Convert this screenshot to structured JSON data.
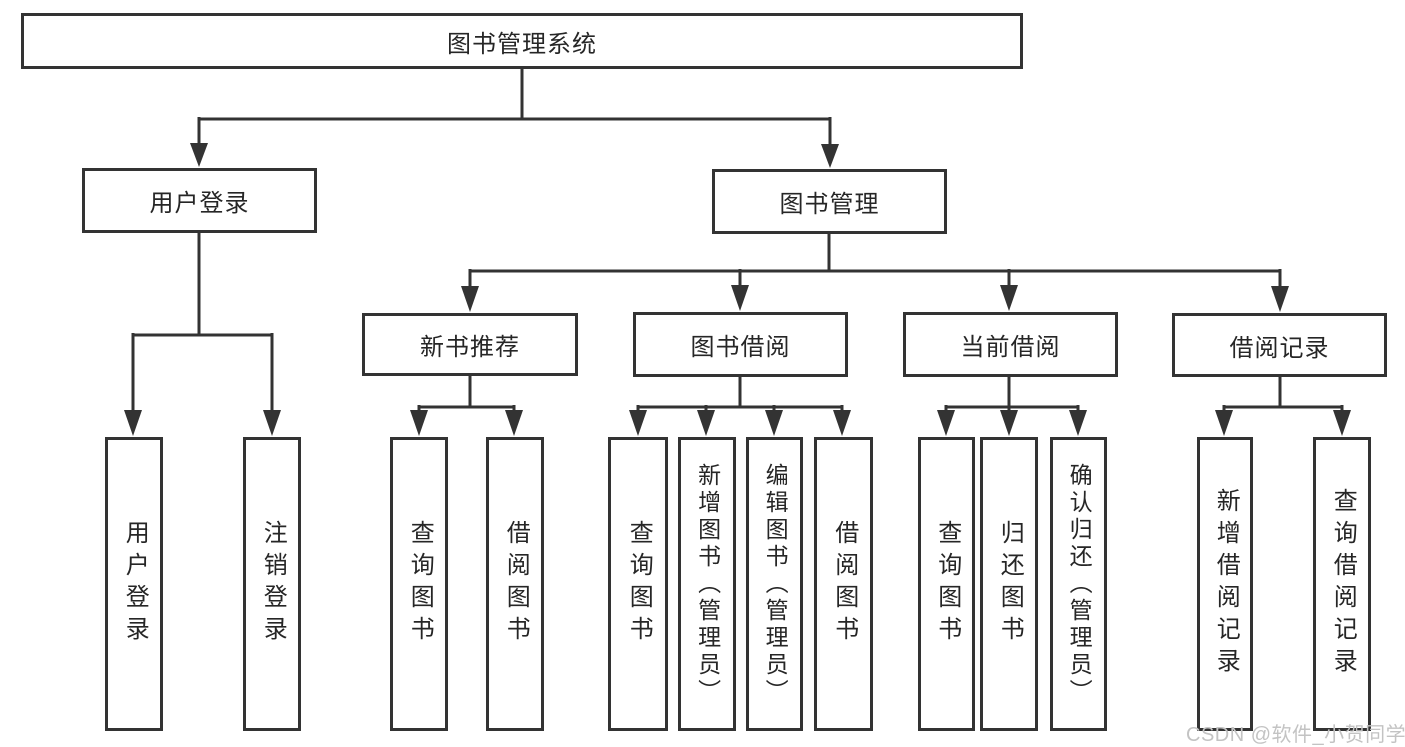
{
  "diagram": {
    "title_node": {
      "label": "图书管理系统"
    },
    "level2": [
      {
        "label": "用户登录"
      },
      {
        "label": "图书管理"
      }
    ],
    "level3": [
      {
        "label": "新书推荐"
      },
      {
        "label": "图书借阅"
      },
      {
        "label": "当前借阅"
      },
      {
        "label": "借阅记录"
      }
    ],
    "leaves": [
      {
        "label": "用户登录"
      },
      {
        "label": "注销登录"
      },
      {
        "label": "查询图书"
      },
      {
        "label": "借阅图书"
      },
      {
        "label": "查询图书"
      },
      {
        "label": "新增图书（管理员）"
      },
      {
        "label": "编辑图书（管理员）"
      },
      {
        "label": "借阅图书"
      },
      {
        "label": "查询图书"
      },
      {
        "label": "归还图书"
      },
      {
        "label": "确认归还（管理员）"
      },
      {
        "label": "新增借阅记录"
      },
      {
        "label": "查询借阅记录"
      }
    ]
  },
  "watermark": "CSDN @软件_小贺同学",
  "colors": {
    "line": "#333333",
    "text": "#262626",
    "box_background": "#ffffff",
    "watermark": "#c3c3c3"
  }
}
